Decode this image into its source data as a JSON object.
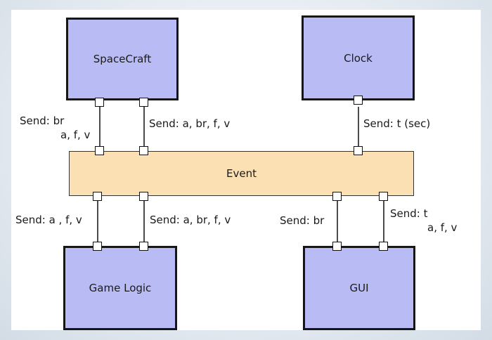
{
  "components": {
    "spacecraft": "SpaceCraft",
    "clock": "Clock",
    "event": "Event",
    "game_logic": "Game Logic",
    "gui": "GUI"
  },
  "connections": {
    "spacecraft_out": [
      "Send: br",
      "a, f, v"
    ],
    "spacecraft_in": "Send: a, br, f, v",
    "clock_out": "Send: t (sec)",
    "gamelogic_out": "Send: a , f, v",
    "gamelogic_in": "Send: a, br, f, v",
    "gui_out": "Send: br",
    "gui_in": [
      "Send: t",
      "a, f, v"
    ]
  },
  "colors": {
    "component_fill": "#b9bcf4",
    "event_fill": "#fbe0b4",
    "border": "#161616"
  }
}
